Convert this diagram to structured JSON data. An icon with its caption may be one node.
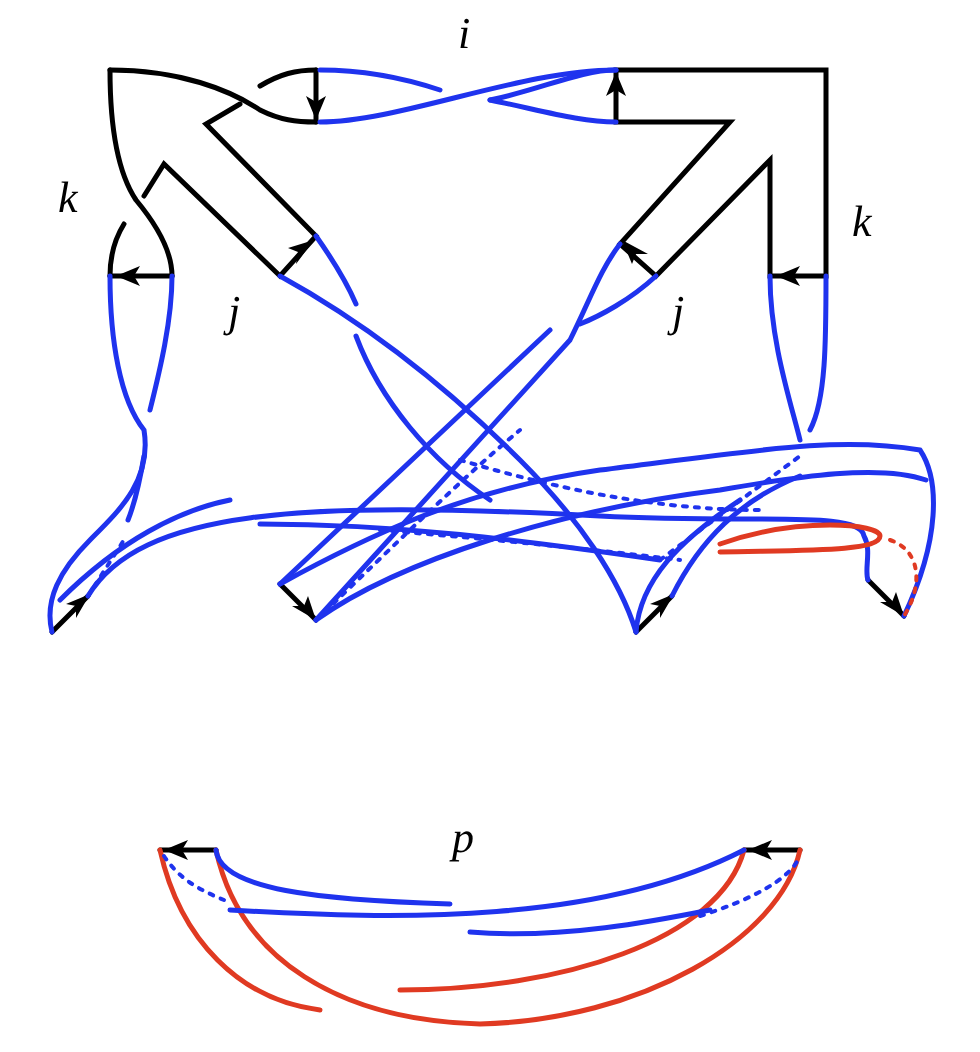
{
  "diagram": {
    "labels": [
      "i",
      "k",
      "k",
      "j",
      "j",
      "p"
    ]
  }
}
